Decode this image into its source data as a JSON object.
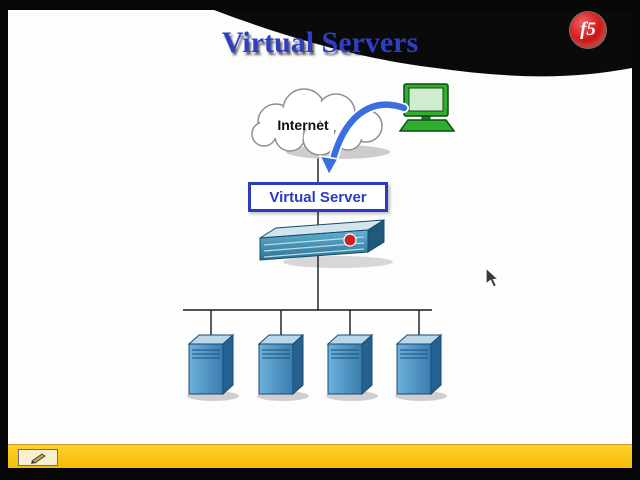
{
  "slide": {
    "title": "Virtual Servers",
    "logo_text": "f5"
  },
  "diagram": {
    "internet_label": "Internet",
    "virtual_server_label": "Virtual Server",
    "server_count": 4
  },
  "icons": {
    "logo": "f5-ball-icon",
    "internet": "cloud-icon",
    "client": "workstation-icon",
    "load_balancer": "bigip-appliance-icon",
    "server": "server-tower-icon",
    "annotation": "pen-icon",
    "pointer": "mouse-cursor-icon"
  },
  "colors": {
    "title_blue": "#2f3fc0",
    "logo_red": "#cf1010",
    "bar_yellow": "#f7bd05",
    "arrow_blue": "#3b6fe0",
    "vs_border_blue": "#2d3bbf",
    "server_blue": "#4f9cc9"
  }
}
